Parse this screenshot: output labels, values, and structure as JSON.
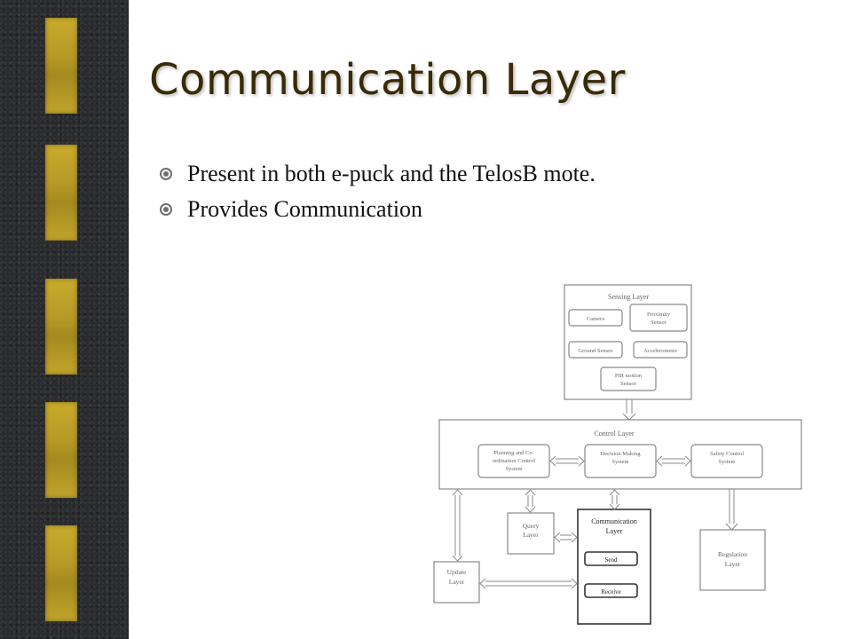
{
  "slide": {
    "title": "Communication Layer",
    "bullets": [
      "Present in both e-puck and the TelosB mote.",
      "Provides Communication"
    ]
  },
  "diagram": {
    "sensing_layer": {
      "label": "Sensing Layer",
      "camera": "Camera",
      "proximity": [
        "Proximity",
        "Sensor"
      ],
      "ground": "Ground Sensor",
      "accelerometer": "Accelerometer",
      "pir": [
        "PIR motion",
        "Sensor"
      ]
    },
    "control_layer": {
      "label": "Control Layer",
      "planning": [
        "Planning and Co-",
        "ordination Control",
        "System"
      ],
      "decision": [
        "Decision Making",
        "System"
      ],
      "safety": [
        "Safety Control",
        "System"
      ]
    },
    "query_layer": [
      "Query",
      "Layer"
    ],
    "communication_layer": {
      "label": [
        "Communication",
        "Layer"
      ],
      "send": "Send",
      "receive": "Receive"
    },
    "regulation_layer": [
      "Regulation",
      "Layer"
    ],
    "update_layer": [
      "Update",
      "Layer"
    ]
  }
}
